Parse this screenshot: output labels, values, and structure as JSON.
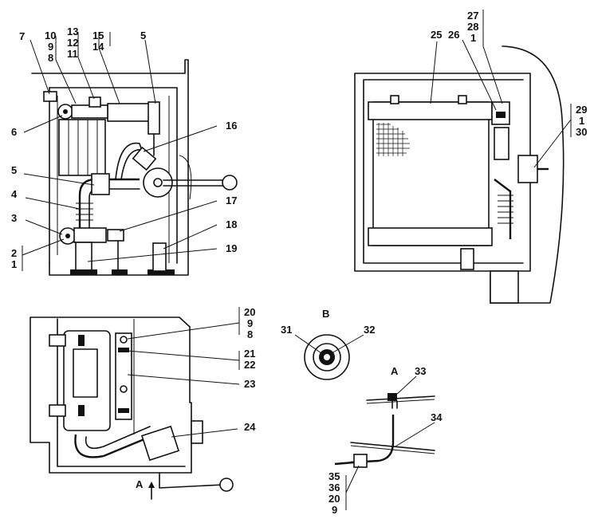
{
  "view_b_title": "B",
  "view_a_title": "A",
  "arrow_a_label": "A",
  "callouts": {
    "c1": "1",
    "c2": "2",
    "c3": "3",
    "c4": "4",
    "c5": "5",
    "c6": "6",
    "c7": "7",
    "c8": "8",
    "c9": "9",
    "c10": "10",
    "c11": "11",
    "c12": "12",
    "c13": "13",
    "c14": "14",
    "c15": "15",
    "c16": "16",
    "c17": "17",
    "c18": "18",
    "c19": "19",
    "c20": "20",
    "c21": "21",
    "c22": "22",
    "c23": "23",
    "c24": "24",
    "c25": "25",
    "c26": "26",
    "c27": "27",
    "c28": "28",
    "c29": "29",
    "c30": "30",
    "c31": "31",
    "c32": "32",
    "c33": "33",
    "c34": "34",
    "c35": "35",
    "c36": "36"
  },
  "colors": {
    "ink": "#111111",
    "paper": "#ffffff"
  }
}
